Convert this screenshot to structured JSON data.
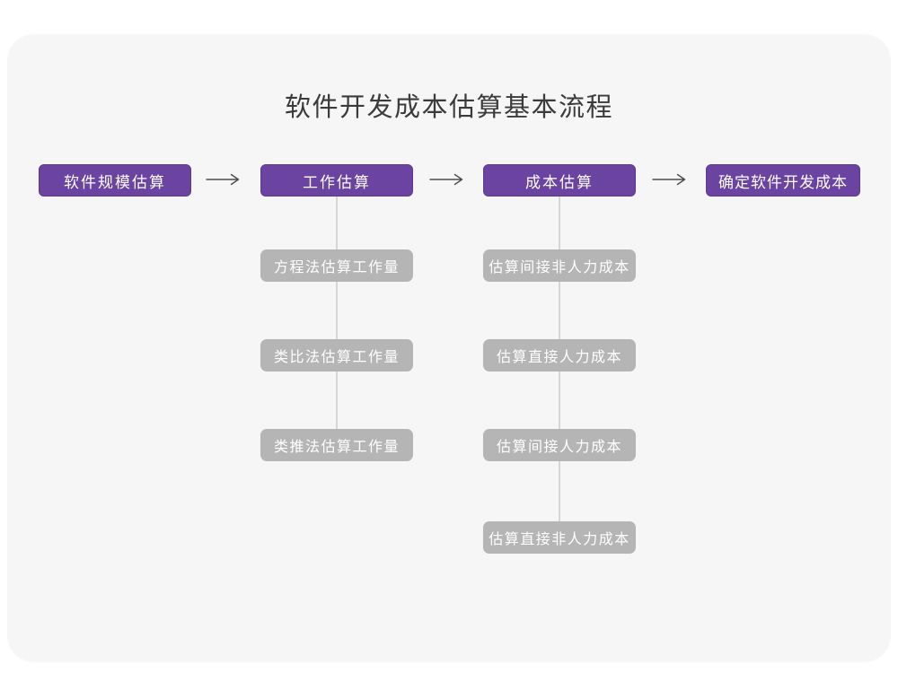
{
  "title": "软件开发成本估算基本流程",
  "colors": {
    "accent_purple": "#6B43A1",
    "sub_box_gray": "#B5B5B5",
    "connector_gray": "#D6D6D6",
    "arrow_gray": "#4D4D4D",
    "panel_bg": "#F6F6F6",
    "page_bg": "#FFFFFF",
    "title_text": "#3B3B3B",
    "box_text": "#FFFFFF"
  },
  "flow": {
    "stages": [
      {
        "label": "软件规模估算"
      },
      {
        "label": "工作估算"
      },
      {
        "label": "成本估算"
      },
      {
        "label": "确定软件开发成本"
      }
    ],
    "work_substeps": [
      "方程法估算工作量",
      "类比法估算工作量",
      "类推法估算工作量"
    ],
    "cost_substeps": [
      "估算间接非人力成本",
      "估算直接人力成本",
      "估算间接人力成本",
      "估算直接非人力成本"
    ]
  }
}
